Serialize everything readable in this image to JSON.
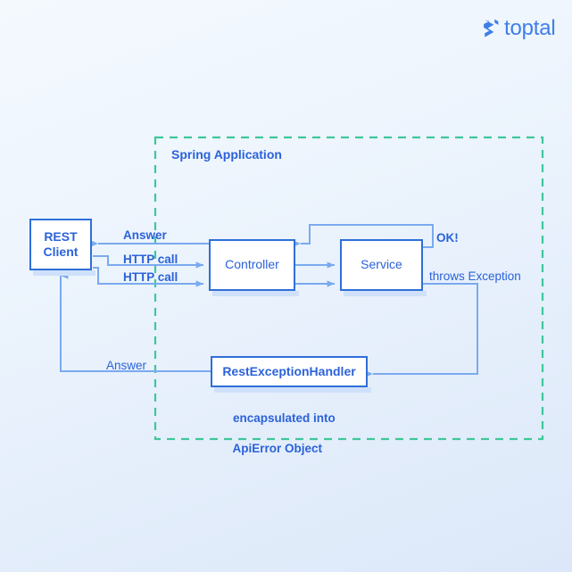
{
  "brand": {
    "name": "toptal",
    "logo_icon": "toptal-chevron-icon",
    "color": "#3f7ee8"
  },
  "diagram": {
    "type": "flow-diagram",
    "title": "Spring REST exception handling flow",
    "boundary": {
      "label": "Spring Application",
      "style": "dashed",
      "color": "#3fc79a"
    },
    "node_color": "#2f6fd8",
    "node_text_color": "#2b62d9",
    "edge_color": "#7aaaf0",
    "nodes": [
      {
        "id": "rest-client",
        "label": "REST\nClient",
        "line1": "REST",
        "line2": "Client",
        "inside_boundary": false
      },
      {
        "id": "controller",
        "label": "Controller",
        "inside_boundary": true
      },
      {
        "id": "service",
        "label": "Service",
        "inside_boundary": true
      },
      {
        "id": "handler",
        "label": "RestExceptionHandler",
        "inside_boundary": true
      }
    ],
    "edges": [
      {
        "id": "answer-top",
        "label": "Answer",
        "from": "controller",
        "to": "rest-client"
      },
      {
        "id": "http-call-1",
        "label": "HTTP call",
        "from": "rest-client",
        "to": "controller"
      },
      {
        "id": "http-call-2",
        "label": "HTTP call",
        "from": "rest-client",
        "to": "controller"
      },
      {
        "id": "controller-to-service-1",
        "label": "",
        "from": "controller",
        "to": "service"
      },
      {
        "id": "controller-to-service-2",
        "label": "",
        "from": "controller",
        "to": "service"
      },
      {
        "id": "ok",
        "label": "OK!",
        "from": "service",
        "to": "controller"
      },
      {
        "id": "throws-exception",
        "label": "throws Exception",
        "from": "service",
        "to": "handler"
      },
      {
        "id": "answer-bottom",
        "label": "Answer",
        "from": "handler",
        "to": "rest-client"
      }
    ],
    "annotations": [
      {
        "id": "encapsulated",
        "line1": "encapsulated into",
        "line2": "ApiError Object"
      }
    ]
  }
}
